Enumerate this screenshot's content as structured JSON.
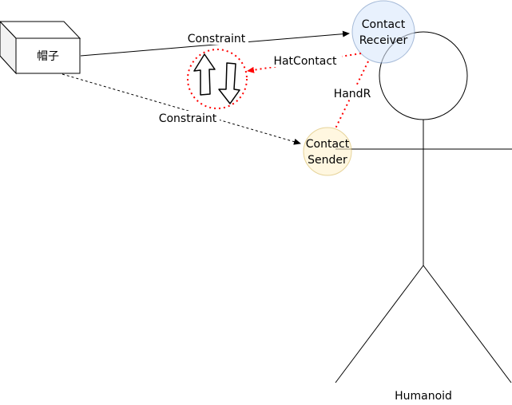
{
  "nodes": {
    "hat": {
      "label": "帽子"
    },
    "contact_receiver": {
      "line1": "Contact",
      "line2": "Receiver",
      "fill": "#dae8fc",
      "stroke": "#6c8ebf"
    },
    "contact_sender": {
      "line1": "Contact",
      "line2": "Sender",
      "fill": "#fff2cc",
      "stroke": "#d6b656"
    },
    "humanoid": {
      "label": "Humanoid"
    }
  },
  "edges": {
    "constraint_top": {
      "label": "Constraint"
    },
    "constraint_bottom": {
      "label": "Constraint"
    },
    "hat_contact": {
      "label": "HatContact",
      "color": "#ff0000"
    },
    "hand_r": {
      "label": "HandR",
      "color": "#ff0000"
    }
  },
  "icons": {
    "swap": "swap-arrows-icon"
  }
}
